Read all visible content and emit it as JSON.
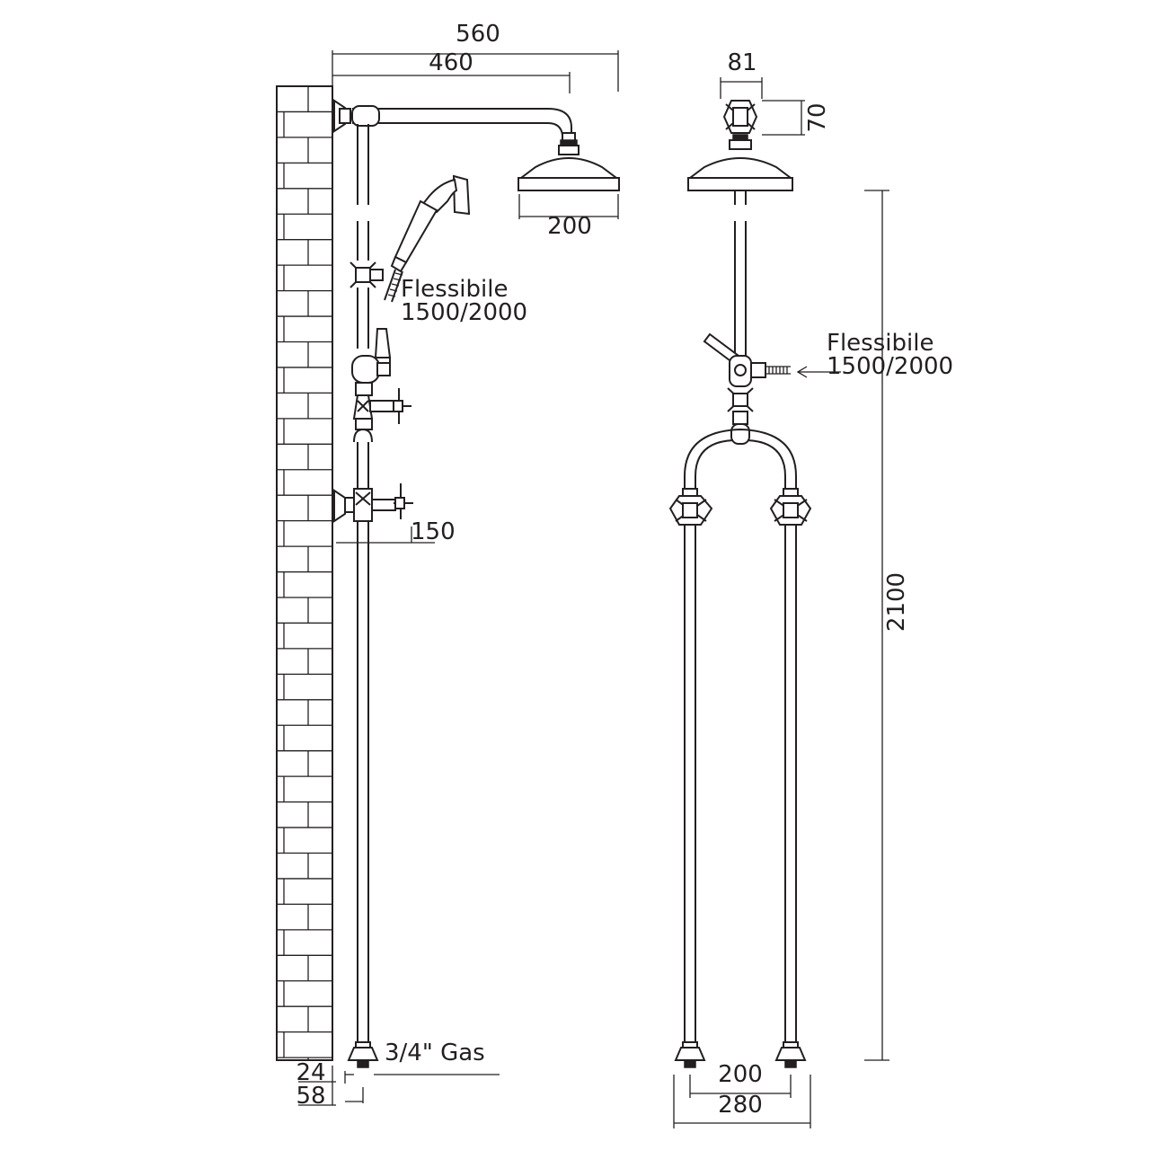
{
  "labels": {
    "d560": "560",
    "d460": "460",
    "d200_head": "200",
    "d81": "81",
    "d70": "70",
    "d150": "150",
    "d2100": "2100",
    "d24": "24",
    "d58": "58",
    "d200_base": "200",
    "d280": "280",
    "gas": "3/4\" Gas",
    "hose_left_1": "Flessibile",
    "hose_left_2": "1500/2000",
    "hose_right_1": "Flessibile",
    "hose_right_2": "1500/2000"
  },
  "colors": {
    "line": "#231f20",
    "background": "#ffffff"
  }
}
